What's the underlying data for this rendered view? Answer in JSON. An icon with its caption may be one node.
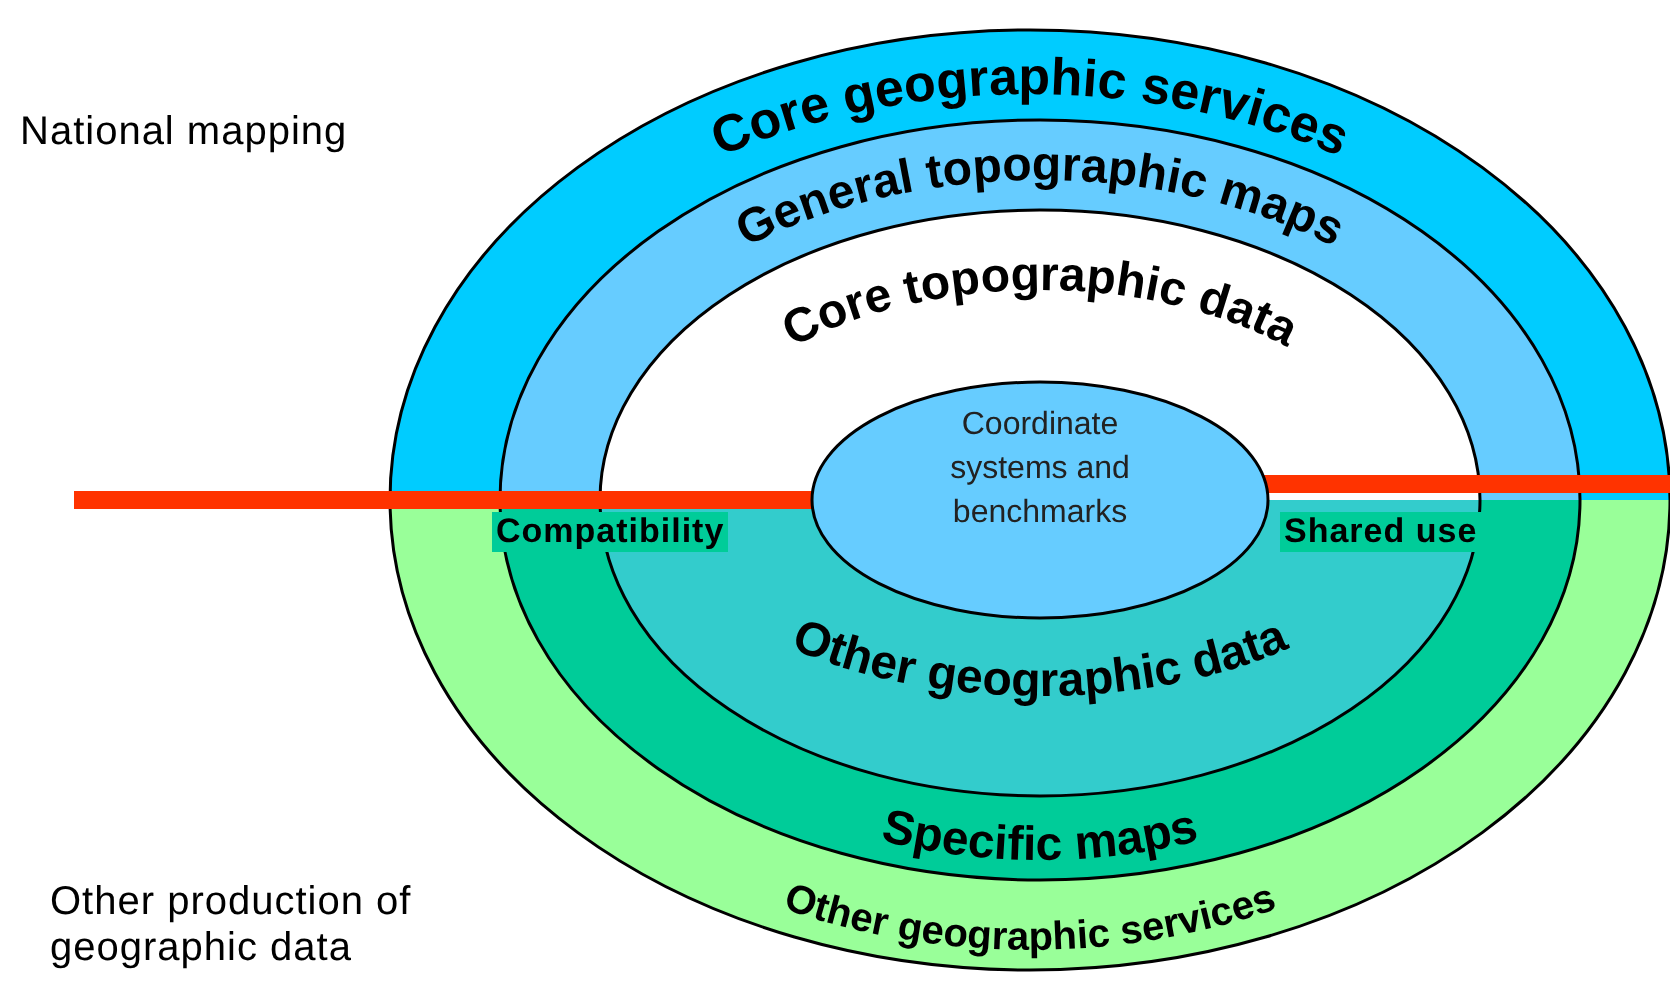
{
  "diagram": {
    "nodes": [
      {
        "text": [
          "Core geographic services"
        ]
      },
      {
        "text": [
          "General topographic maps"
        ],
        "in": 0
      },
      {
        "text": [
          "Core topographic data"
        ],
        "in": 1
      },
      {
        "text": [
          "Coordinate systems and benchmarks"
        ]
      },
      {
        "text": [
          "Other geographic services"
        ]
      },
      {
        "text": [
          "Specific maps"
        ],
        "in": 4
      },
      {
        "text": [
          "Other geographic data"
        ],
        "in": 5
      }
    ],
    "edges": [],
    "labels": [
      "National mapping",
      "Compatibility",
      "Shared use",
      "Other production of geographic data"
    ]
  }
}
